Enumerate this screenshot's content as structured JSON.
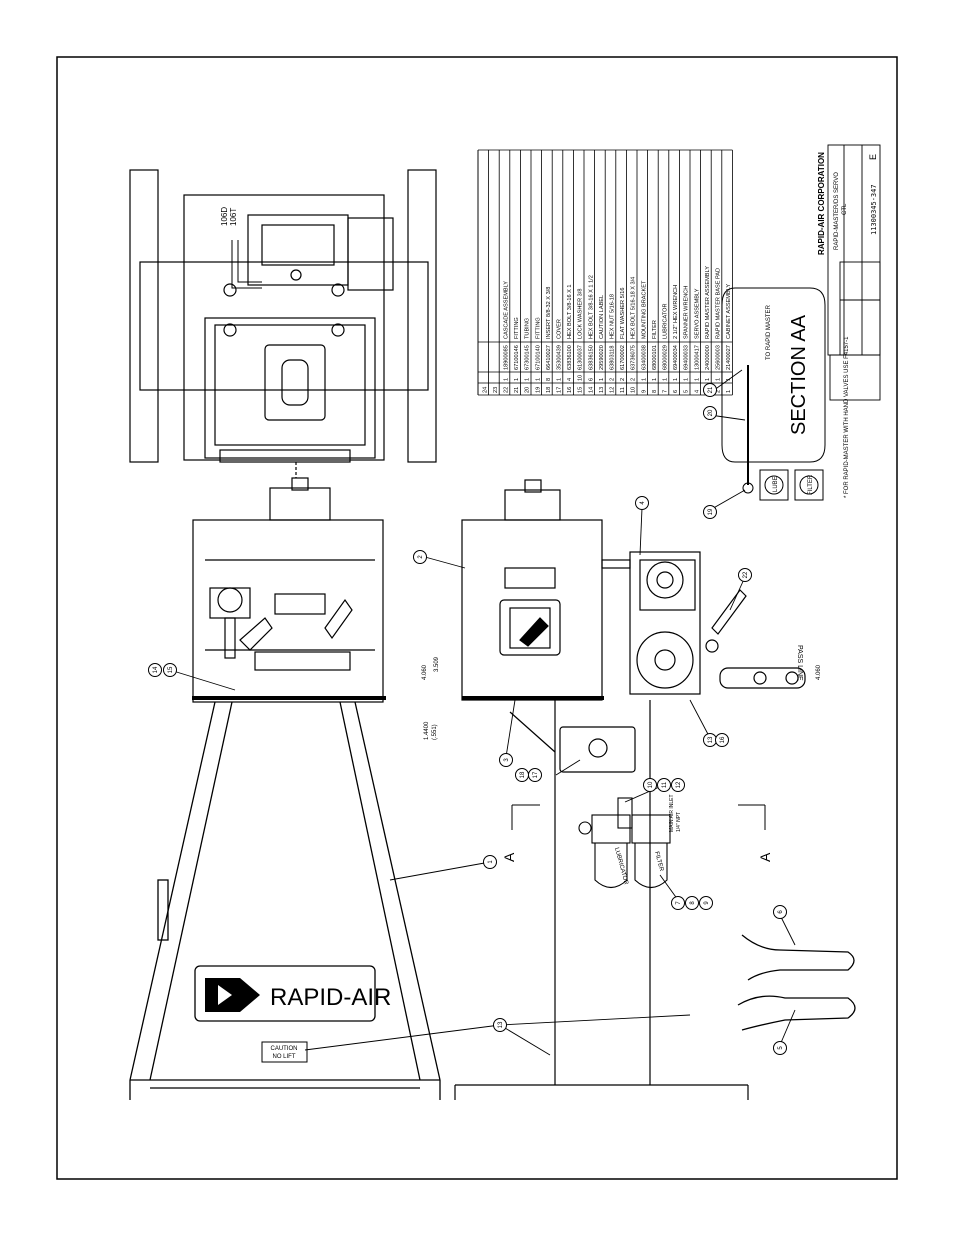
{
  "drawing": {
    "company": "RAPID-AIR CORPORATION",
    "title_line1": "RAPID-MASTER/DS SERVO",
    "title_line2": "CTL",
    "drawing_number": "11300345-347",
    "revision": "E",
    "logo_text": "RAPID-AIR",
    "section_label": "SECTION AA",
    "section_marker": "A",
    "pass_line_label": "PASS LINE",
    "to_master_note": "TO RAPID MASTER",
    "lube_label": "LUBE",
    "filter_label": "FILTER",
    "lubricator_label": "LUBRICATOR",
    "filter_bowl_label": "FILTER",
    "main_air_inlet": "MAIN AIR INLET",
    "main_air_size": "1/4\" NPT",
    "caution_line1": "CAUTION",
    "caution_line2": "NO LIFT",
    "footnote": "* FOR RAPID-MASTER WITH HAND VALVES USE F4157-1",
    "tube_label_1": "106D",
    "tube_label_2": "106T",
    "dim_1": "4.060",
    "dim_2": "3.509",
    "dim_3": "4.060",
    "dim_4": "1.4400",
    "dim_5": "(.551)"
  },
  "bom": {
    "rows": [
      {
        "item": "24",
        "qty": "",
        "part": "",
        "desc": ""
      },
      {
        "item": "23",
        "qty": "",
        "part": "",
        "desc": ""
      },
      {
        "item": "22",
        "qty": "1",
        "part": "18900085",
        "desc": "CASCADE ASSEMBLY"
      },
      {
        "item": "21",
        "qty": "1",
        "part": "67100146",
        "desc": "FITTING"
      },
      {
        "item": "20",
        "qty": "1",
        "part": "67300145",
        "desc": "TUBING"
      },
      {
        "item": "19",
        "qty": "1",
        "part": "67100140",
        "desc": "FITTING"
      },
      {
        "item": "18",
        "qty": "8",
        "part": "66410027",
        "desc": "INSERT 8/8-32 X 3/8"
      },
      {
        "item": "17",
        "qty": "1",
        "part": "35300439",
        "desc": "COVER"
      },
      {
        "item": "16",
        "qty": "4",
        "part": "63836100",
        "desc": "HEX BOLT 3/8-16 X 1"
      },
      {
        "item": "15",
        "qty": "10",
        "part": "61300037",
        "desc": "LOCK WASHER 3/8"
      },
      {
        "item": "14",
        "qty": "6",
        "part": "63836150",
        "desc": "HEX BOLT 3/8-16 X 1 1/2"
      },
      {
        "item": "13",
        "qty": "1",
        "part": "29590020",
        "desc": "CAUTION LABEL"
      },
      {
        "item": "12",
        "qty": "2",
        "part": "63803118",
        "desc": "HEX NUT 5/16-18"
      },
      {
        "item": "11",
        "qty": "2",
        "part": "61700002",
        "desc": "FLAT WASHER 5/16"
      },
      {
        "item": "10",
        "qty": "2",
        "part": "63736075",
        "desc": "HEX BOLT 5/16-18 X 3/4"
      },
      {
        "item": "9",
        "qty": "1",
        "part": "63400038",
        "desc": "MOUNTING BRACKET"
      },
      {
        "item": "8",
        "qty": "1",
        "part": "68000101",
        "desc": "FILTER"
      },
      {
        "item": "7",
        "qty": "1",
        "part": "68000029",
        "desc": "LUBRICATOR"
      },
      {
        "item": "6",
        "qty": "1",
        "part": "69400034",
        "desc": "2 1/2\" HEX WRENCH"
      },
      {
        "item": "5",
        "qty": "1",
        "part": "69400033",
        "desc": "SPANNER WRENCH"
      },
      {
        "item": "4",
        "qty": "1",
        "part": "13000417",
        "desc": "SERVO ASSEMBLY"
      },
      {
        "item": "3",
        "qty": "1",
        "part": "24000000",
        "desc": "RAPID MASTER ASSEMBLY"
      },
      {
        "item": "2",
        "qty": "1",
        "part": "25600003",
        "desc": "RAPID MASTER BASE PAD"
      },
      {
        "item": "1",
        "qty": "1",
        "part": "21400027",
        "desc": "CABINET ASSEMBLY"
      }
    ]
  },
  "balloons": [
    "1",
    "2",
    "3",
    "4",
    "5",
    "6",
    "7",
    "8",
    "9",
    "10",
    "11",
    "12",
    "13",
    "14",
    "15",
    "16",
    "17",
    "18",
    "19",
    "20",
    "21",
    "22"
  ]
}
